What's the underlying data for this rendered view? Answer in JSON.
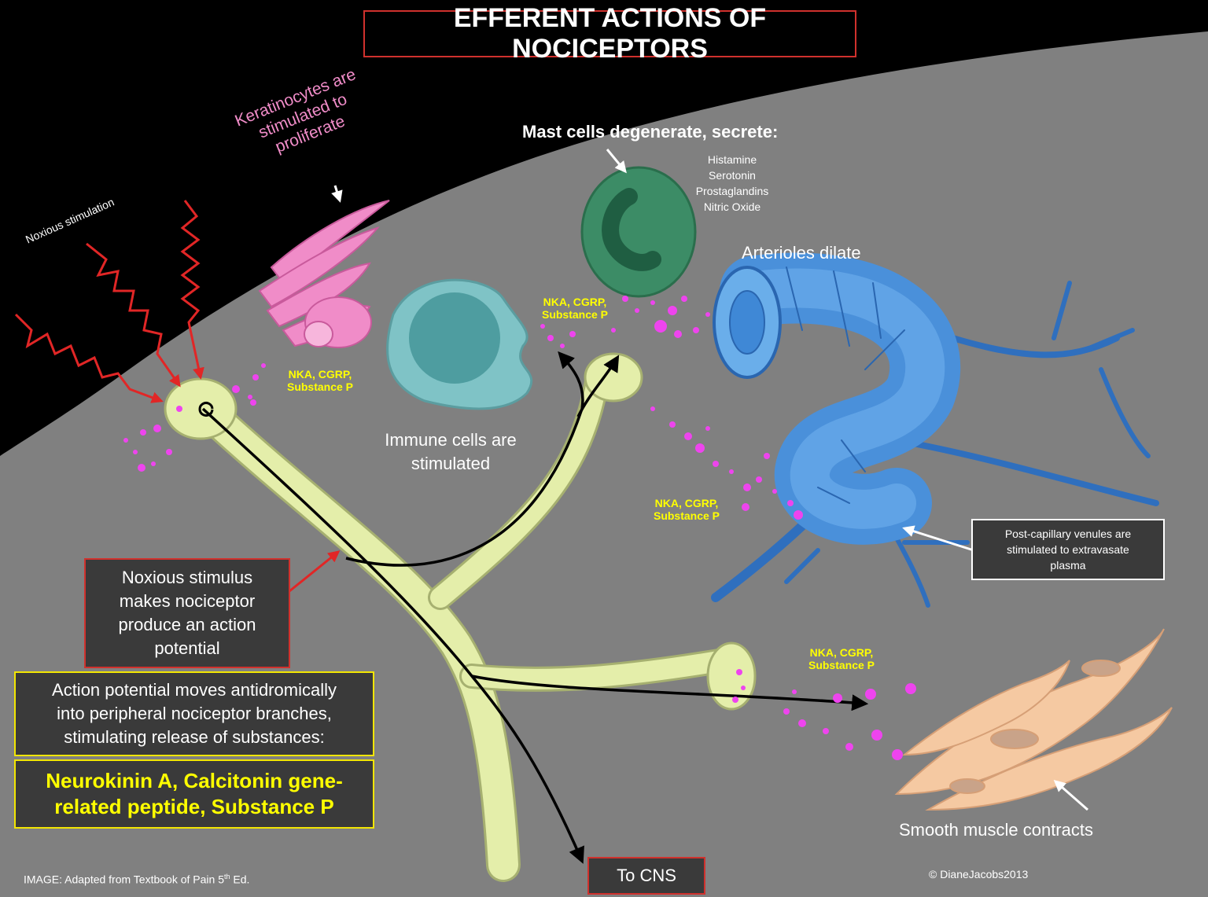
{
  "title": "EFFERENT ACTIONS OF NOCICEPTORS",
  "labels": {
    "noxious_stimulation": "Noxious stimulation",
    "keratinocytes_1": "Keratinocytes are",
    "keratinocytes_2": "stimulated to",
    "keratinocytes_3": "proliferate",
    "mast_cells": "Mast cells degenerate, secrete:",
    "mast_substances": [
      "Histamine",
      "Serotonin",
      "Prostaglandins",
      "Nitric Oxide"
    ],
    "arterioles": "Arterioles dilate",
    "immune_1": "Immune cells are",
    "immune_2": "stimulated",
    "smooth_muscle": "Smooth muscle contracts",
    "nka_line1": "NKA, CGRP,",
    "nka_line2": "Substance P",
    "venules_1": "Post-capillary venules are",
    "venules_2": "stimulated to extravasate",
    "venules_3": "plasma",
    "noxious_box_1": "Noxious stimulus",
    "noxious_box_2": "makes nociceptor",
    "noxious_box_3": "produce an action",
    "noxious_box_4": "potential",
    "ap_box_1": "Action potential moves antidromically",
    "ap_box_2": "into peripheral nociceptor branches,",
    "ap_box_3": "stimulating release of substances:",
    "substances_1": "Neurokinin A, Calcitonin gene-",
    "substances_2": "related peptide, Substance P",
    "to_cns": "To CNS",
    "credit_prefix": "IMAGE: Adapted from Textbook of Pain 5",
    "credit_sup": "th",
    "credit_suffix": " Ed.",
    "copyright": "© DianeJacobs2013"
  },
  "colors": {
    "background": "#808080",
    "skin": "#000000",
    "nerve": "#e4eeaa",
    "red_box_border": "#d0312d",
    "yellow_box_border": "#f2e600",
    "yellow_text": "#ffff00",
    "magenta": "#ee44ee",
    "vessel": "#3f88d6",
    "keratinocyte": "#f08cc8",
    "mast_cell": "#3c8c66",
    "immune_cell": "#7fc3c6",
    "muscle": "#f5c9a2",
    "stimulation": "#e12626"
  }
}
